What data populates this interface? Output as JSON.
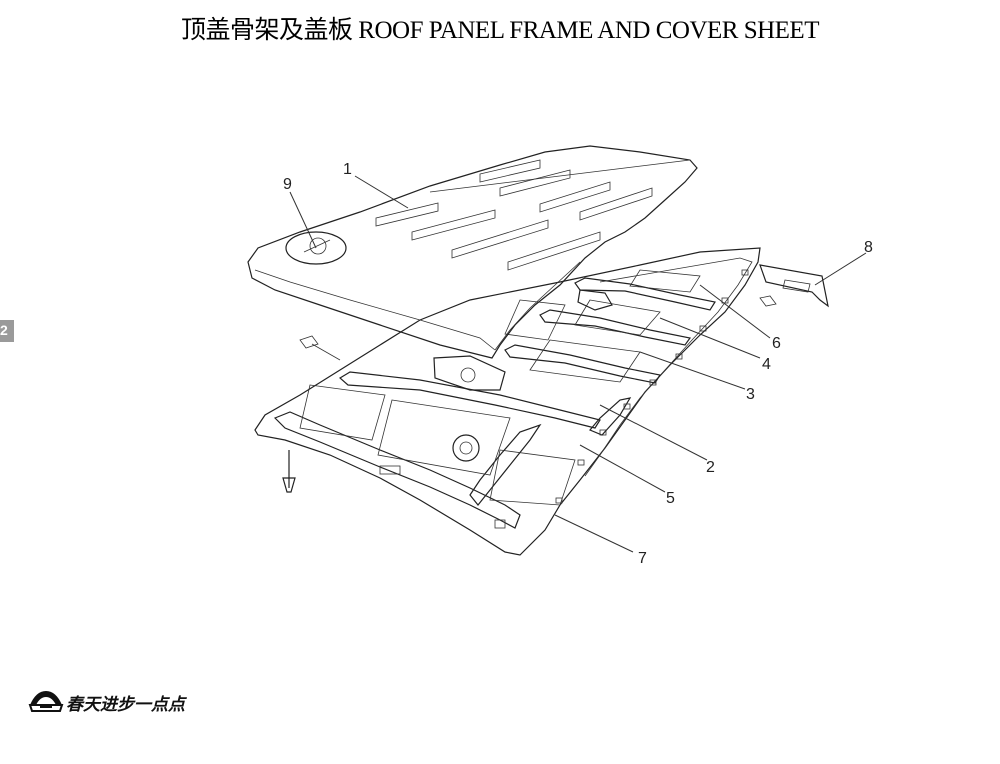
{
  "title": "顶盖骨架及盖板  ROOF PANEL FRAME AND COVER SHEET",
  "page_tab": "2",
  "callouts": [
    "1",
    "2",
    "3",
    "4",
    "5",
    "6",
    "7",
    "8",
    "9"
  ],
  "footer_brand": "春天进步一点点"
}
